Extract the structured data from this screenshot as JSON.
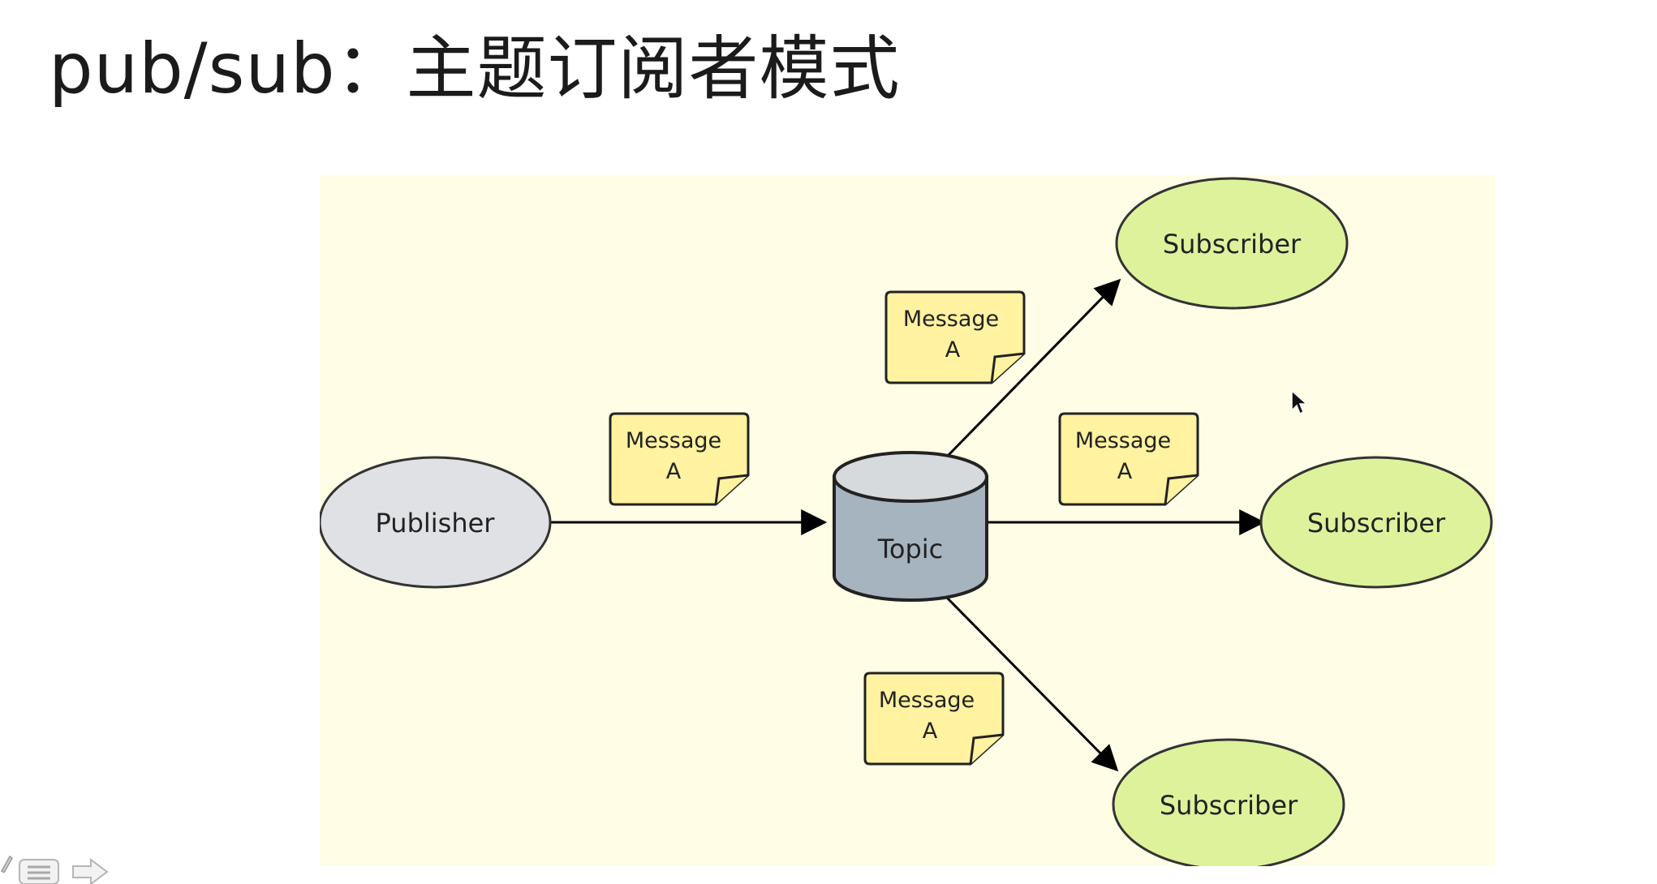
{
  "slide": {
    "title": "pub/sub：主题订阅者模式"
  },
  "diagram": {
    "background_color": "#fffde6",
    "publisher": {
      "label": "Publisher",
      "color": "#dfe1e4"
    },
    "topic": {
      "label": "Topic",
      "color": "#a6b4bf"
    },
    "subscribers": [
      {
        "label": "Subscriber",
        "color": "#def29c"
      },
      {
        "label": "Subscriber",
        "color": "#def29c"
      },
      {
        "label": "Subscriber",
        "color": "#def29c"
      }
    ],
    "messages": [
      {
        "line1": "Message",
        "line2": "A"
      },
      {
        "line1": "Message",
        "line2": "A"
      },
      {
        "line1": "Message",
        "line2": "A"
      },
      {
        "line1": "Message",
        "line2": "A"
      }
    ],
    "message_color": "#fff2a0"
  },
  "toolbar": {
    "icons": [
      "pen-icon",
      "menu-icon",
      "next-arrow-icon"
    ]
  }
}
